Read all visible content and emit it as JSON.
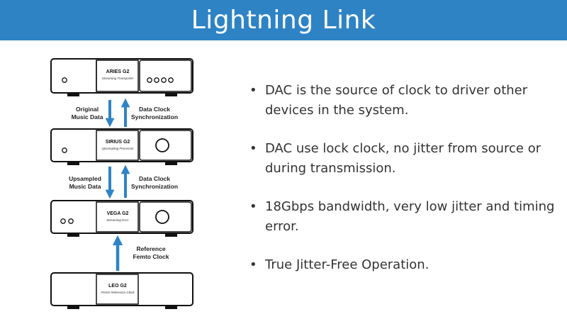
{
  "title": "Lightning Link",
  "colors": {
    "title_bar": "#2E83C5",
    "arrow": "#2E83C5"
  },
  "devices": [
    {
      "name": "ARIES G2",
      "subtitle": "Streaming Transporter"
    },
    {
      "name": "SIRIUS G2",
      "subtitle": "Upsampling Processor"
    },
    {
      "name": "VEGA G2",
      "subtitle": "Streaming DAC"
    },
    {
      "name": "LEO G2",
      "subtitle": "Femto Reference Clock"
    }
  ],
  "links": [
    {
      "left_line1": "Original",
      "left_line2": "Music Data",
      "right_line1": "Data Clock",
      "right_line2": "Synchronization"
    },
    {
      "left_line1": "Upsampled",
      "left_line2": "Music Data",
      "right_line1": "Data Clock",
      "right_line2": "Synchronization"
    },
    {
      "right_line1": "Reference",
      "right_line2": "Femto Clock"
    }
  ],
  "bullets": [
    "DAC is the source of clock to driver other devices in the system.",
    "DAC use lock clock, no jitter from source or during transmission.",
    "18Gbps bandwidth, very low jitter and timing error.",
    "True Jitter-Free Operation."
  ]
}
